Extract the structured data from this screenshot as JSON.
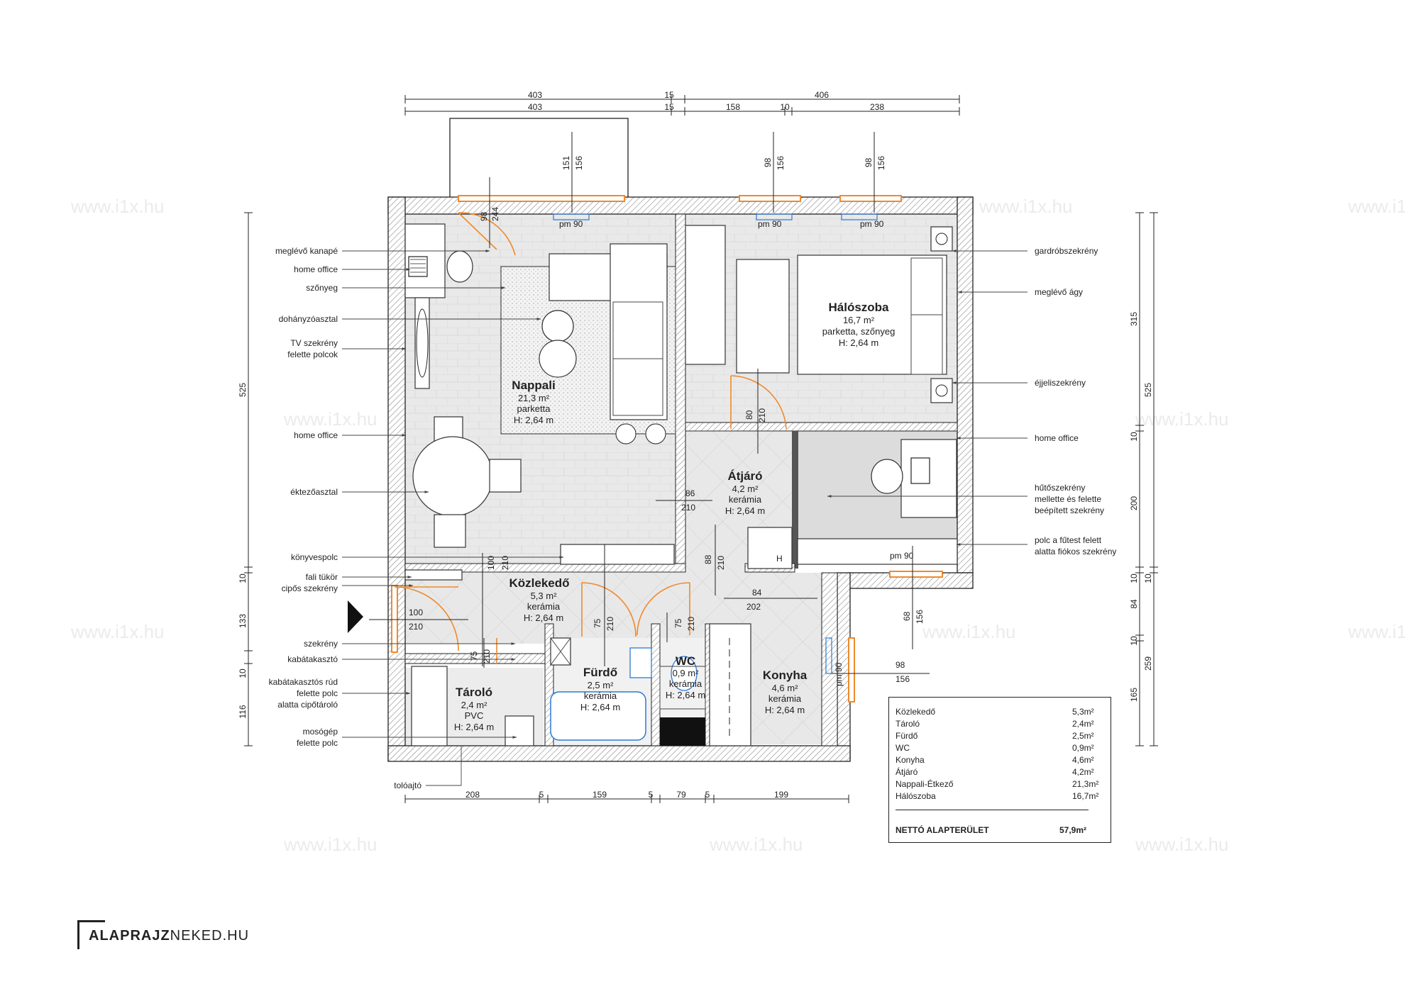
{
  "watermark": "www.i1x.hu",
  "dims_top_row1": [
    "403",
    "15",
    "406"
  ],
  "dims_top_row2": [
    "403",
    "15",
    "158",
    "10",
    "238"
  ],
  "dims_bottom": [
    "208",
    "5",
    "159",
    "5",
    "79",
    "5",
    "199"
  ],
  "dims_left": [
    "525",
    "10",
    "133",
    "10",
    "116"
  ],
  "dims_right_outer": [
    "315",
    "10",
    "200",
    "10",
    "84",
    "10",
    "165"
  ],
  "dims_right_inner": [
    "525",
    "10",
    "259"
  ],
  "openings": {
    "balcony_door": [
      "98",
      "244"
    ],
    "window_living": [
      "151",
      "156"
    ],
    "window_bed1": [
      "98",
      "156"
    ],
    "window_bed2": [
      "98",
      "156"
    ],
    "window_desk": [
      "68",
      "156"
    ],
    "window_kitchen": [
      "98",
      "156"
    ],
    "pm": "pm 90",
    "door_atjaro_bed": [
      "80",
      "210"
    ],
    "door_living": [
      "86",
      "210"
    ],
    "door_entrance": [
      "100",
      "210"
    ],
    "door_living2": [
      "100",
      "210"
    ],
    "door_atjaro": [
      "88",
      "210"
    ],
    "door_kitchen": [
      "84",
      "202"
    ],
    "door_storage": [
      "75",
      "210"
    ],
    "door_bath": [
      "75",
      "210"
    ],
    "door_wc": [
      "75",
      "210"
    ],
    "fridge_mark": "H"
  },
  "rooms": {
    "nappali": {
      "name": "Nappali",
      "area": "21,3 m²",
      "floor": "parketta",
      "height": "H: 2,64 m"
    },
    "haloszoba": {
      "name": "Hálószoba",
      "area": "16,7 m²",
      "floor": "parketta, szőnyeg",
      "height": "H: 2,64 m"
    },
    "atjaro": {
      "name": "Átjáró",
      "area": "4,2 m²",
      "floor": "kerámia",
      "height": "H: 2,64 m"
    },
    "kozlekedo": {
      "name": "Közlekedő",
      "area": "5,3 m²",
      "floor": "kerámia",
      "height": "H: 2,64 m"
    },
    "furdo": {
      "name": "Fürdő",
      "area": "2,5 m²",
      "floor": "kerámia",
      "height": "H: 2,64 m"
    },
    "wc": {
      "name": "WC",
      "area": "0,9 m²",
      "floor": "kerámia",
      "height": "H: 2,64 m"
    },
    "konyha": {
      "name": "Konyha",
      "area": "4,6 m²",
      "floor": "kerámia",
      "height": "H: 2,64 m"
    },
    "tarolo": {
      "name": "Tároló",
      "area": "2,4 m²",
      "floor": "PVC",
      "height": "H: 2,64 m"
    }
  },
  "labels_left": {
    "kanape": "meglévő kanapé",
    "home_office_top": "home office",
    "szonyeg": "szőnyeg",
    "dohanyzo": "dohányzóasztal",
    "tv_1": "TV szekrény",
    "tv_2": "felette polcok",
    "home_office_mid": "home office",
    "etkezo": "éktezőasztal",
    "konyvespolc": "könyvespolc",
    "tukor": "fali tükör",
    "cipos": "cipős szekrény",
    "szekreny": "szekrény",
    "kabat": "kabátakasztó",
    "rud_1": "kabátakasztós rúd",
    "rud_2": "felette polc",
    "rud_3": "alatta cipőtároló",
    "moso_1": "mosógép",
    "moso_2": "felette polc",
    "toloajto": "tolóajtó"
  },
  "labels_right": {
    "gardrob": "gardróbszekrény",
    "agy": "meglévő ágy",
    "ejjeli": "éjjeliszekrény",
    "home_office": "home office",
    "hutos_1": "hűtőszekrény",
    "hutos_2": "mellette és felette",
    "hutos_3": "beépített szekrény",
    "polc_1": "polc a fűtest felett",
    "polc_2": "alatta fiókos szekrény"
  },
  "legend": {
    "rows": [
      {
        "name": "Közlekedő",
        "area": "5,3m²"
      },
      {
        "name": "Tároló",
        "area": "2,4m²"
      },
      {
        "name": "Fürdő",
        "area": "2,5m²"
      },
      {
        "name": "WC",
        "area": "0,9m²"
      },
      {
        "name": "Konyha",
        "area": "4,6m²"
      },
      {
        "name": "Átjáró",
        "area": "4,2m²"
      },
      {
        "name": "Nappali-Étkező",
        "area": "21,3m²"
      },
      {
        "name": "Hálószoba",
        "area": "16,7m²"
      }
    ],
    "total_label": "NETTÓ ALAPTERÜLET",
    "total_value": "57,9m²"
  },
  "logo": {
    "bold": "ALAPRAJZ",
    "regular": "NEKED.HU"
  },
  "colors": {
    "wall_hatch": "#777777",
    "door": "#ee8a2c",
    "tile": "#e6e6e6",
    "window_marker": "#2b7bd6"
  }
}
